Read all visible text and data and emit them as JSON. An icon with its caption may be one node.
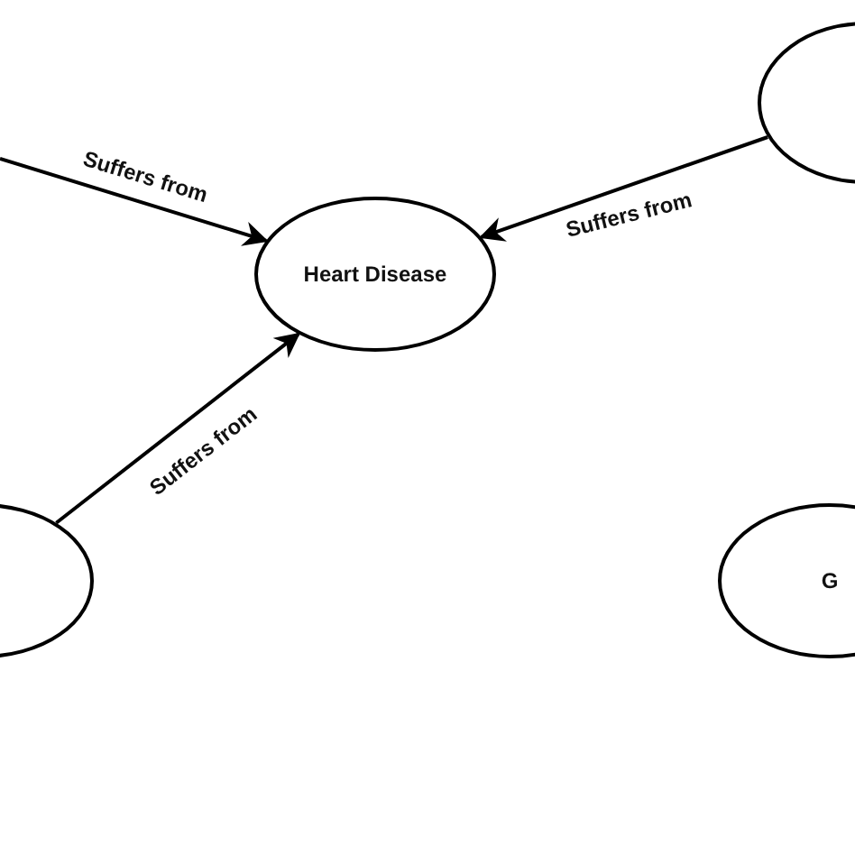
{
  "diagram": {
    "nodes": [
      {
        "text": [],
        "shape": "ellipse"
      },
      {
        "text": [
          "Heart Disease"
        ]
      },
      {
        "text": [],
        "shape": "ellipse"
      },
      {
        "text": [
          "G"
        ]
      }
    ],
    "edges": [
      {
        "from": null,
        "to": 1,
        "arrow": "to",
        "label": "Suffers from"
      },
      {
        "from": 0,
        "to": 1,
        "arrow": "to",
        "label": "Suffers from"
      },
      {
        "from": 2,
        "to": 1,
        "arrow": "to",
        "label": "Suffers from"
      }
    ]
  }
}
